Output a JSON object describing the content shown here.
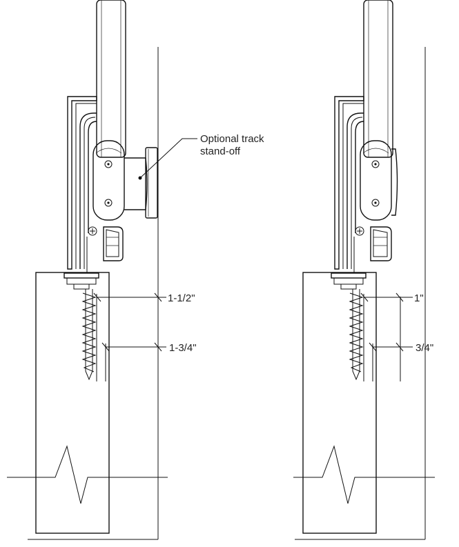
{
  "diagram": {
    "callout": {
      "line1": "Optional track",
      "line2": "stand-off"
    },
    "left_panel": {
      "dim_upper": "1-1/2\"",
      "dim_lower": "1-3/4\""
    },
    "right_panel": {
      "dim_upper": "1\"",
      "dim_lower": "3/4\""
    }
  }
}
